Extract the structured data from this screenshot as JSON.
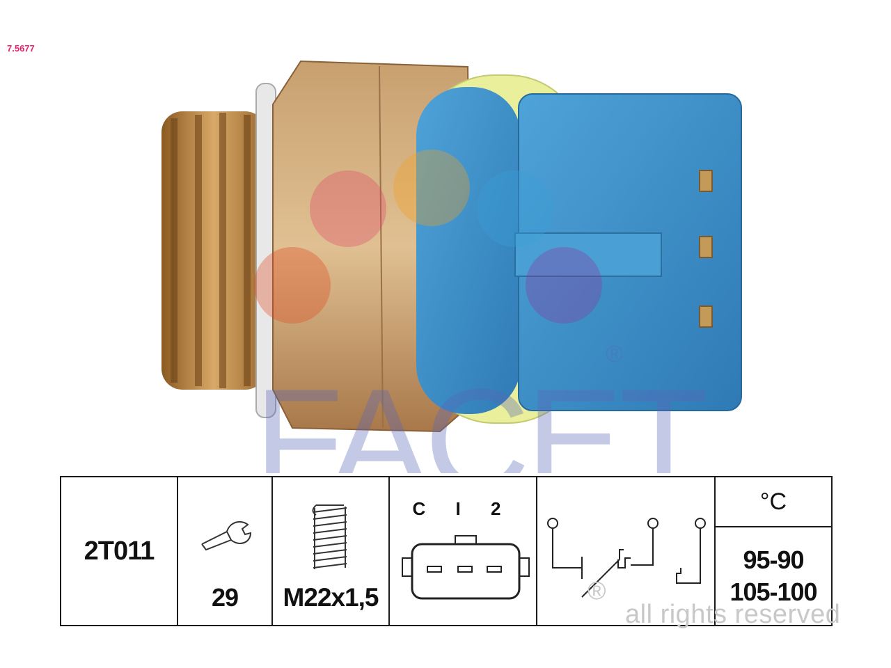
{
  "header": {
    "article_code": "7.5677"
  },
  "brand": {
    "logo_text": "FACET",
    "registered_mark": "®"
  },
  "specs": {
    "code": "2T011",
    "wrench_size": "29",
    "thread": "M22x1,5",
    "connector_pins": "C I 2",
    "temp_unit": "°C",
    "temp_line1": "95-90",
    "temp_line2": "105-100",
    "schema_mark": "®"
  },
  "footer": {
    "rights": "all rights reserved"
  },
  "colors": {
    "brass": "#c89a5c",
    "connector_blue": "#3d8fc7",
    "ring_yellow": "#e9ef9a",
    "code_pink": "#e8236e"
  }
}
